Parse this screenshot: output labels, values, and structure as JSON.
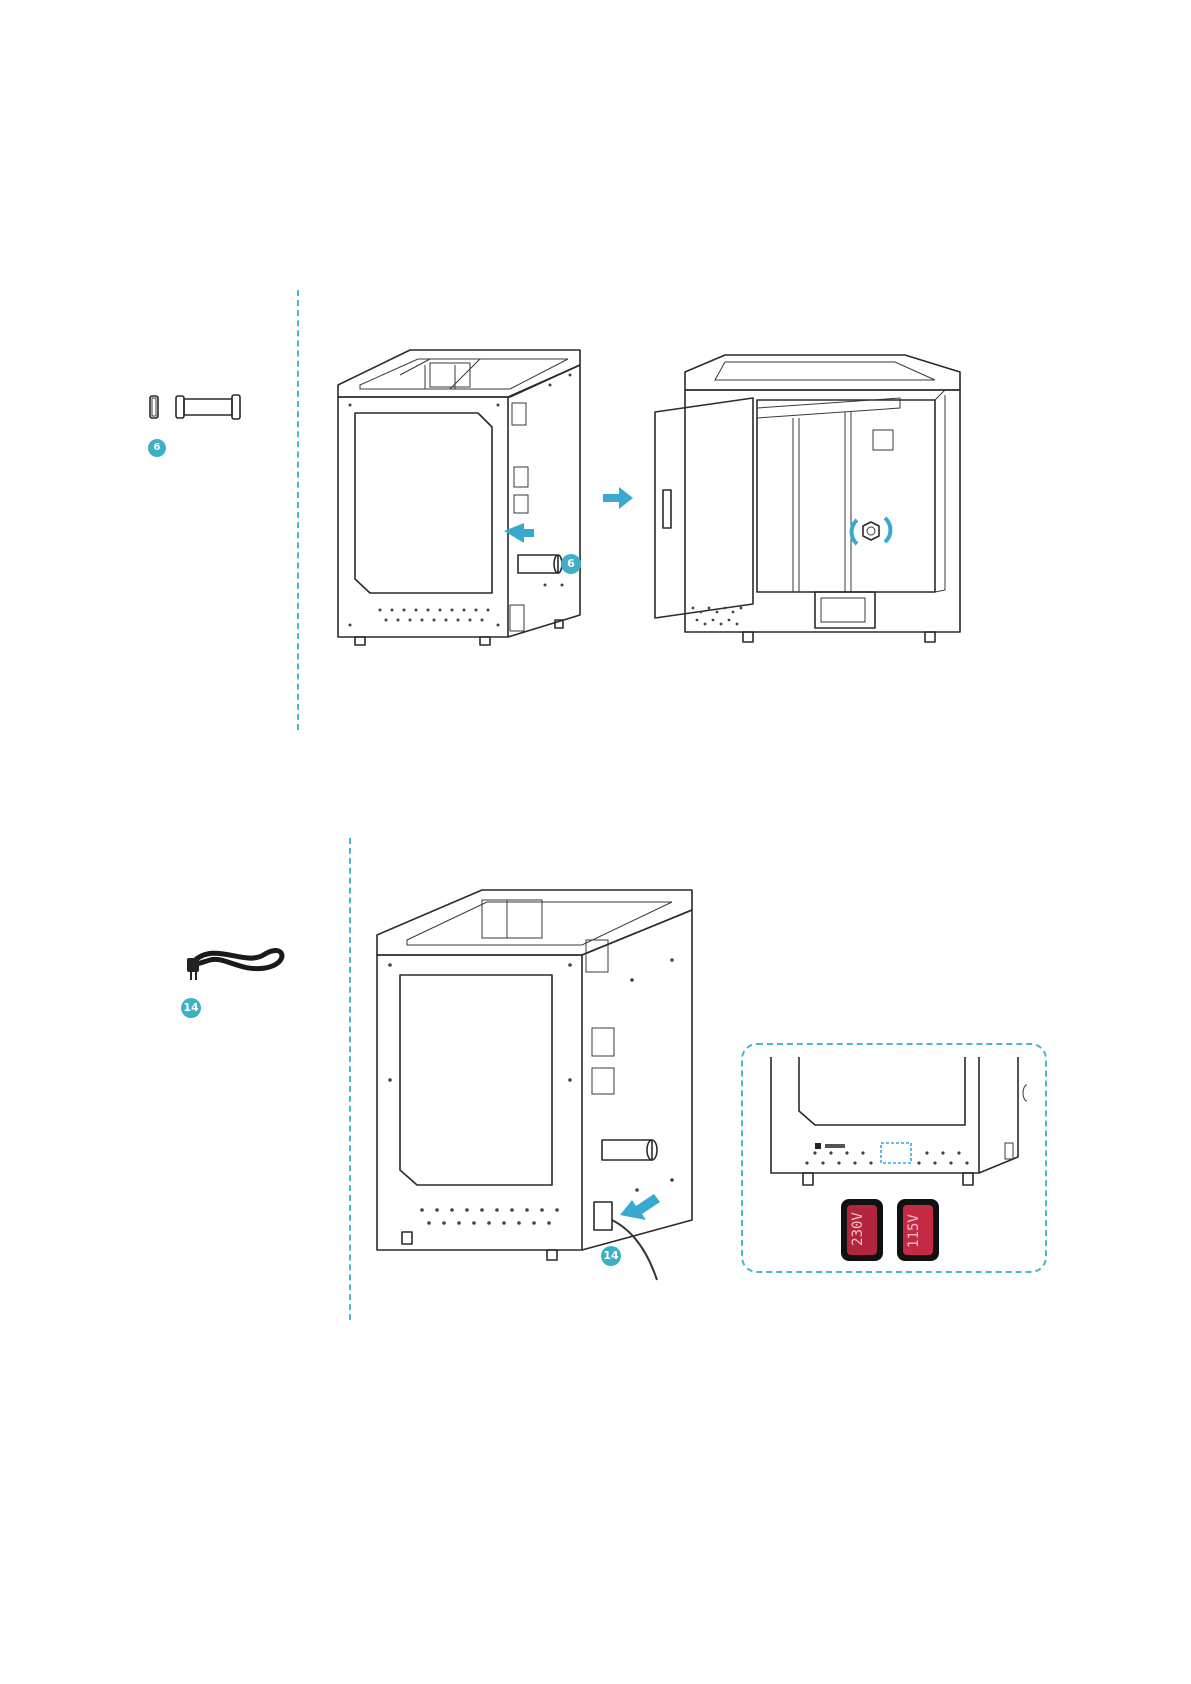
{
  "step1": {
    "part_badge": "6",
    "callout_badge": "6"
  },
  "step2": {
    "part_badge": "14",
    "callout_badge": "14",
    "voltage_switch_left": "230V",
    "voltage_switch_right": "115V"
  }
}
